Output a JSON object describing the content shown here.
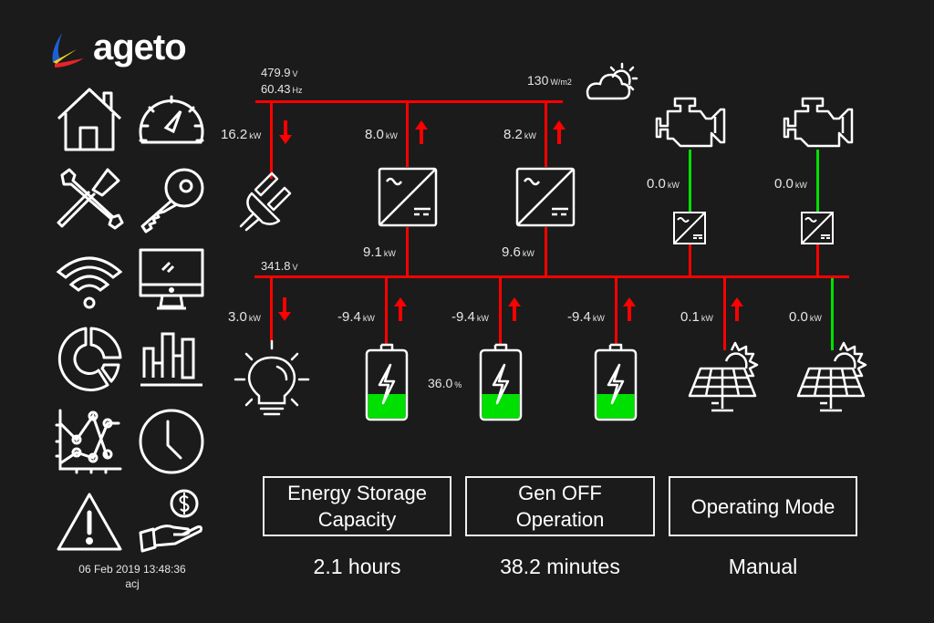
{
  "brand": {
    "name": "ageto",
    "logo_colors": [
      "#1f5fd6",
      "#f2d21b",
      "#e8242a"
    ]
  },
  "sidebar": {
    "items": [
      {
        "id": "home",
        "icon": "home-icon"
      },
      {
        "id": "dashboard",
        "icon": "speedometer-icon"
      },
      {
        "id": "tools",
        "icon": "wrench-screwdriver-icon"
      },
      {
        "id": "security",
        "icon": "key-icon"
      },
      {
        "id": "network",
        "icon": "wifi-icon"
      },
      {
        "id": "display",
        "icon": "monitor-icon"
      },
      {
        "id": "donut-chart",
        "icon": "donut-chart-icon"
      },
      {
        "id": "bar-chart",
        "icon": "bar-chart-icon"
      },
      {
        "id": "line-chart",
        "icon": "line-chart-icon"
      },
      {
        "id": "clock",
        "icon": "clock-icon"
      },
      {
        "id": "alarms",
        "icon": "warning-icon"
      },
      {
        "id": "finance",
        "icon": "hand-dollar-icon"
      }
    ],
    "datetime": "06 Feb 2019 13:48:36",
    "user": "acj"
  },
  "colors": {
    "bus": "#ff0000",
    "idle": "#00e000",
    "battery_fill": "#00e000",
    "background": "#1b1b1b"
  },
  "ac_bus": {
    "voltage": "479.9",
    "voltage_unit": "V",
    "frequency": "60.43",
    "frequency_unit": "Hz"
  },
  "dc_bus": {
    "voltage": "341.8",
    "voltage_unit": "V"
  },
  "weather": {
    "irradiance": "130",
    "unit": "W/m2",
    "icon": "partly-cloudy-icon"
  },
  "grid": {
    "power": "16.2",
    "unit": "kW",
    "direction": "down"
  },
  "inverters": [
    {
      "ac_power": "8.0",
      "dc_power": "9.1",
      "unit": "kW",
      "direction": "up"
    },
    {
      "ac_power": "8.2",
      "dc_power": "9.6",
      "unit": "kW",
      "direction": "up"
    }
  ],
  "generators": [
    {
      "power": "0.0",
      "unit": "kW",
      "state": "idle"
    },
    {
      "power": "0.0",
      "unit": "kW",
      "state": "idle"
    }
  ],
  "load": {
    "power": "3.0",
    "unit": "kW",
    "direction": "down"
  },
  "batteries": [
    {
      "power": "-9.4",
      "unit": "kW",
      "direction": "up",
      "fill": 36
    },
    {
      "power": "-9.4",
      "unit": "kW",
      "direction": "up",
      "fill": 36
    },
    {
      "power": "-9.4",
      "unit": "kW",
      "direction": "up",
      "fill": 36
    }
  ],
  "soc": {
    "value": "36.0",
    "unit": "%"
  },
  "solar": [
    {
      "power": "0.1",
      "unit": "kW",
      "direction": "up",
      "state": "active"
    },
    {
      "power": "0.0",
      "unit": "kW",
      "state": "idle"
    }
  ],
  "info": [
    {
      "label": "Energy Storage Capacity",
      "line1": "Energy Storage",
      "line2": "Capacity",
      "value": "2.1 hours"
    },
    {
      "label": "Gen OFF Operation",
      "line1": "Gen OFF",
      "line2": "Operation",
      "value": "38.2 minutes"
    },
    {
      "label": "Operating Mode",
      "line1": "Operating Mode",
      "line2": "",
      "value": "Manual"
    }
  ]
}
